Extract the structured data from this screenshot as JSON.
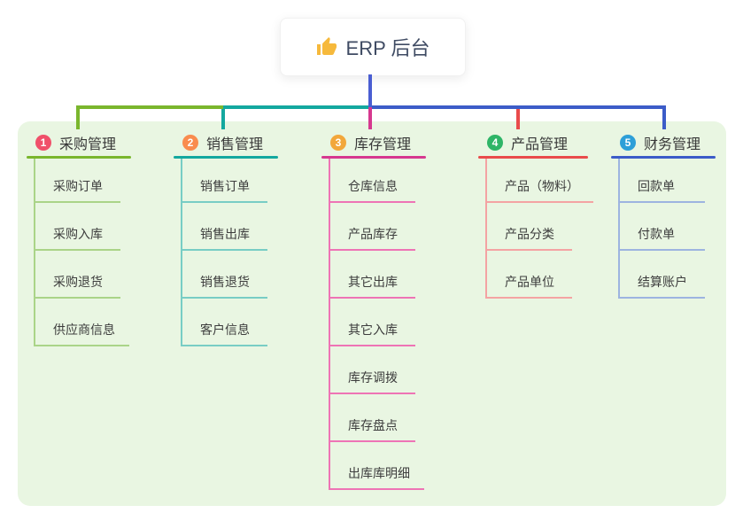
{
  "root": {
    "label": "ERP 后台",
    "icon": "thumbs-up-icon",
    "icon_color": "#f6b93c",
    "connector_color": "#4a5ed2"
  },
  "canvas": {
    "background": "#e9f6e2"
  },
  "branches": [
    {
      "number": "1",
      "title": "采购管理",
      "badge_color": "#f0506a",
      "line_color": "#7ab62d",
      "sub_line_color": "#aad488",
      "items": [
        "采购订单",
        "采购入库",
        "采购退货",
        "供应商信息"
      ]
    },
    {
      "number": "2",
      "title": "销售管理",
      "badge_color": "#f98c4e",
      "line_color": "#14a89f",
      "sub_line_color": "#78cdc5",
      "items": [
        "销售订单",
        "销售出库",
        "销售退货",
        "客户信息"
      ]
    },
    {
      "number": "3",
      "title": "库存管理",
      "badge_color": "#f2a73b",
      "line_color": "#d6388f",
      "sub_line_color": "#ee74b5",
      "items": [
        "仓库信息",
        "产品库存",
        "其它出库",
        "其它入库",
        "库存调拨",
        "库存盘点",
        "出库库明细"
      ]
    },
    {
      "number": "4",
      "title": "产品管理",
      "badge_color": "#2eb567",
      "line_color": "#e94b4b",
      "sub_line_color": "#f4a3a3",
      "items": [
        "产品（物料）",
        "产品分类",
        "产品单位"
      ]
    },
    {
      "number": "5",
      "title": "财务管理",
      "badge_color": "#2d9fd8",
      "line_color": "#3c5cc8",
      "sub_line_color": "#9db4e0",
      "items": [
        "回款单",
        "付款单",
        "结算账户"
      ]
    }
  ]
}
